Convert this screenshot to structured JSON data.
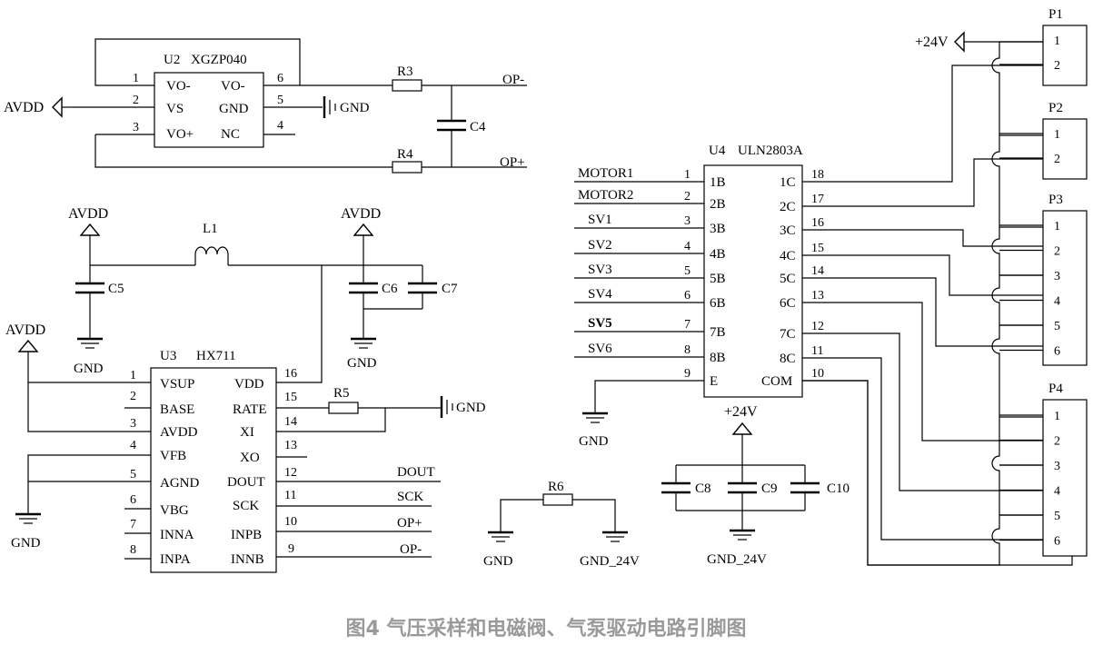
{
  "caption": "图4 气压采样和电磁阀、气泵驱动电路引脚图",
  "u2": {
    "ref": "U2",
    "part": "XGZP040",
    "pins_left": [
      {
        "num": "1",
        "name": "VO-"
      },
      {
        "num": "2",
        "name": "VS"
      },
      {
        "num": "3",
        "name": "VO+"
      }
    ],
    "pins_right": [
      {
        "num": "6",
        "name": "VO-"
      },
      {
        "num": "5",
        "name": "GND"
      },
      {
        "num": "4",
        "name": "NC"
      }
    ]
  },
  "u3": {
    "ref": "U3",
    "part": "HX711",
    "pins_left": [
      {
        "num": "1",
        "name": "VSUP"
      },
      {
        "num": "2",
        "name": "BASE"
      },
      {
        "num": "3",
        "name": "AVDD"
      },
      {
        "num": "4",
        "name": "VFB"
      },
      {
        "num": "5",
        "name": "AGND"
      },
      {
        "num": "6",
        "name": "VBG"
      },
      {
        "num": "7",
        "name": "INNA"
      },
      {
        "num": "8",
        "name": "INPA"
      }
    ],
    "pins_right": [
      {
        "num": "16",
        "name": "VDD"
      },
      {
        "num": "15",
        "name": "RATE"
      },
      {
        "num": "14",
        "name": "XI"
      },
      {
        "num": "13",
        "name": "XO"
      },
      {
        "num": "12",
        "name": "DOUT"
      },
      {
        "num": "11",
        "name": "SCK"
      },
      {
        "num": "10",
        "name": "INPB"
      },
      {
        "num": "9",
        "name": "INNB"
      }
    ],
    "nets_right": [
      "DOUT",
      "SCK",
      "OP+",
      "OP-"
    ]
  },
  "u4": {
    "ref": "U4",
    "part": "ULN2803A",
    "pins_left": [
      {
        "num": "1",
        "name": "1B",
        "net": "MOTOR1"
      },
      {
        "num": "2",
        "name": "2B",
        "net": "MOTOR2"
      },
      {
        "num": "3",
        "name": "3B",
        "net": "SV1"
      },
      {
        "num": "4",
        "name": "4B",
        "net": "SV2"
      },
      {
        "num": "5",
        "name": "5B",
        "net": "SV3"
      },
      {
        "num": "6",
        "name": "6B",
        "net": "SV4"
      },
      {
        "num": "7",
        "name": "7B",
        "net": "SV5"
      },
      {
        "num": "8",
        "name": "8B",
        "net": "SV6"
      },
      {
        "num": "9",
        "name": "E",
        "net": ""
      }
    ],
    "pins_right": [
      {
        "num": "18",
        "name": "1C"
      },
      {
        "num": "17",
        "name": "2C"
      },
      {
        "num": "16",
        "name": "3C"
      },
      {
        "num": "15",
        "name": "4C"
      },
      {
        "num": "14",
        "name": "5C"
      },
      {
        "num": "13",
        "name": "6C"
      },
      {
        "num": "12",
        "name": "7C"
      },
      {
        "num": "11",
        "name": "8C"
      },
      {
        "num": "10",
        "name": "COM"
      }
    ]
  },
  "connectors": [
    {
      "ref": "P1",
      "pins": [
        "1",
        "2"
      ]
    },
    {
      "ref": "P2",
      "pins": [
        "1",
        "2"
      ]
    },
    {
      "ref": "P3",
      "pins": [
        "1",
        "2",
        "3",
        "4",
        "5",
        "6"
      ]
    },
    {
      "ref": "P4",
      "pins": [
        "1",
        "2",
        "3",
        "4",
        "5",
        "6"
      ]
    }
  ],
  "components": {
    "r3": "R3",
    "r4": "R4",
    "r5": "R5",
    "r6": "R6",
    "c4": "C4",
    "c5": "C5",
    "c6": "C6",
    "c7": "C7",
    "c8": "C8",
    "c9": "C9",
    "c10": "C10",
    "l1": "L1"
  },
  "nets": {
    "avdd": "AVDD",
    "gnd": "GND",
    "gnd_24v": "GND_24V",
    "p24v": "+24V",
    "op_minus": "OP-",
    "op_plus": "OP+"
  }
}
